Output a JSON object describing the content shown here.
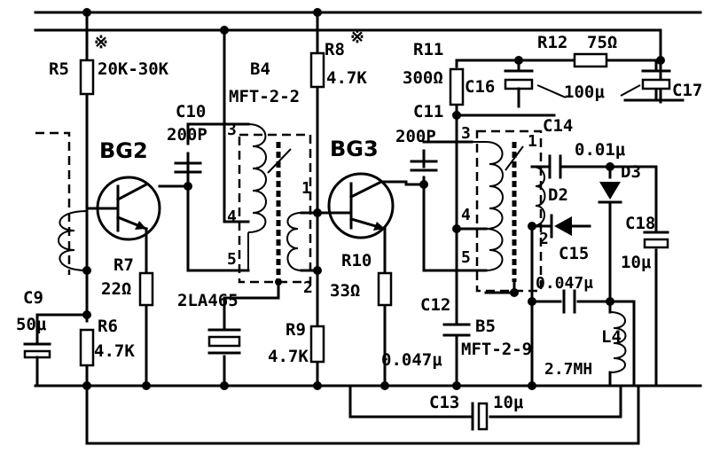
{
  "components": {
    "R5": {
      "ref": "R5",
      "value": "20K-30K",
      "mark": "※"
    },
    "R6": {
      "ref": "R6",
      "value": "4.7K"
    },
    "R7": {
      "ref": "R7",
      "value": "22Ω"
    },
    "R8": {
      "ref": "R8",
      "value": "4.7K",
      "mark": "※"
    },
    "R9": {
      "ref": "R9",
      "value": "4.7K"
    },
    "R10": {
      "ref": "R10",
      "value": "33Ω"
    },
    "R11": {
      "ref": "R11",
      "value": "300Ω"
    },
    "R12": {
      "ref": "R12",
      "value": "75Ω"
    },
    "C9": {
      "ref": "C9",
      "value": "50μ"
    },
    "C10": {
      "ref": "C10",
      "value": "200P"
    },
    "C11": {
      "ref": "C11",
      "value": "200P"
    },
    "C12": {
      "ref": "C12",
      "value": "0.047μ"
    },
    "C13": {
      "ref": "C13",
      "value": "10μ"
    },
    "C14": {
      "ref": "C14",
      "value": "0.01μ"
    },
    "C15": {
      "ref": "C15",
      "value": "0.047μ"
    },
    "C16": {
      "ref": "C16"
    },
    "C16_17_value": "100μ",
    "C17": {
      "ref": "C17"
    },
    "C18": {
      "ref": "C18",
      "value": "10μ"
    },
    "BG2": {
      "ref": "BG2"
    },
    "BG3": {
      "ref": "BG3"
    },
    "B4": {
      "ref": "B4",
      "model": "MFT-2-2"
    },
    "B5": {
      "ref": "B5",
      "model": "MFT-2-9"
    },
    "D2": {
      "ref": "D2"
    },
    "D3": {
      "ref": "D3"
    },
    "L4": {
      "ref": "L4",
      "value": "2.7MH"
    },
    "filter": {
      "label": "2LA465"
    }
  },
  "pins": {
    "b4_p3": "3",
    "b4_p4": "4",
    "b4_p5": "5",
    "b4_p1": "1",
    "b4_p2": "2",
    "b5_p3": "3",
    "b5_p4": "4",
    "b5_p5": "5",
    "b5_p1": "1",
    "b5_p2": "2"
  }
}
